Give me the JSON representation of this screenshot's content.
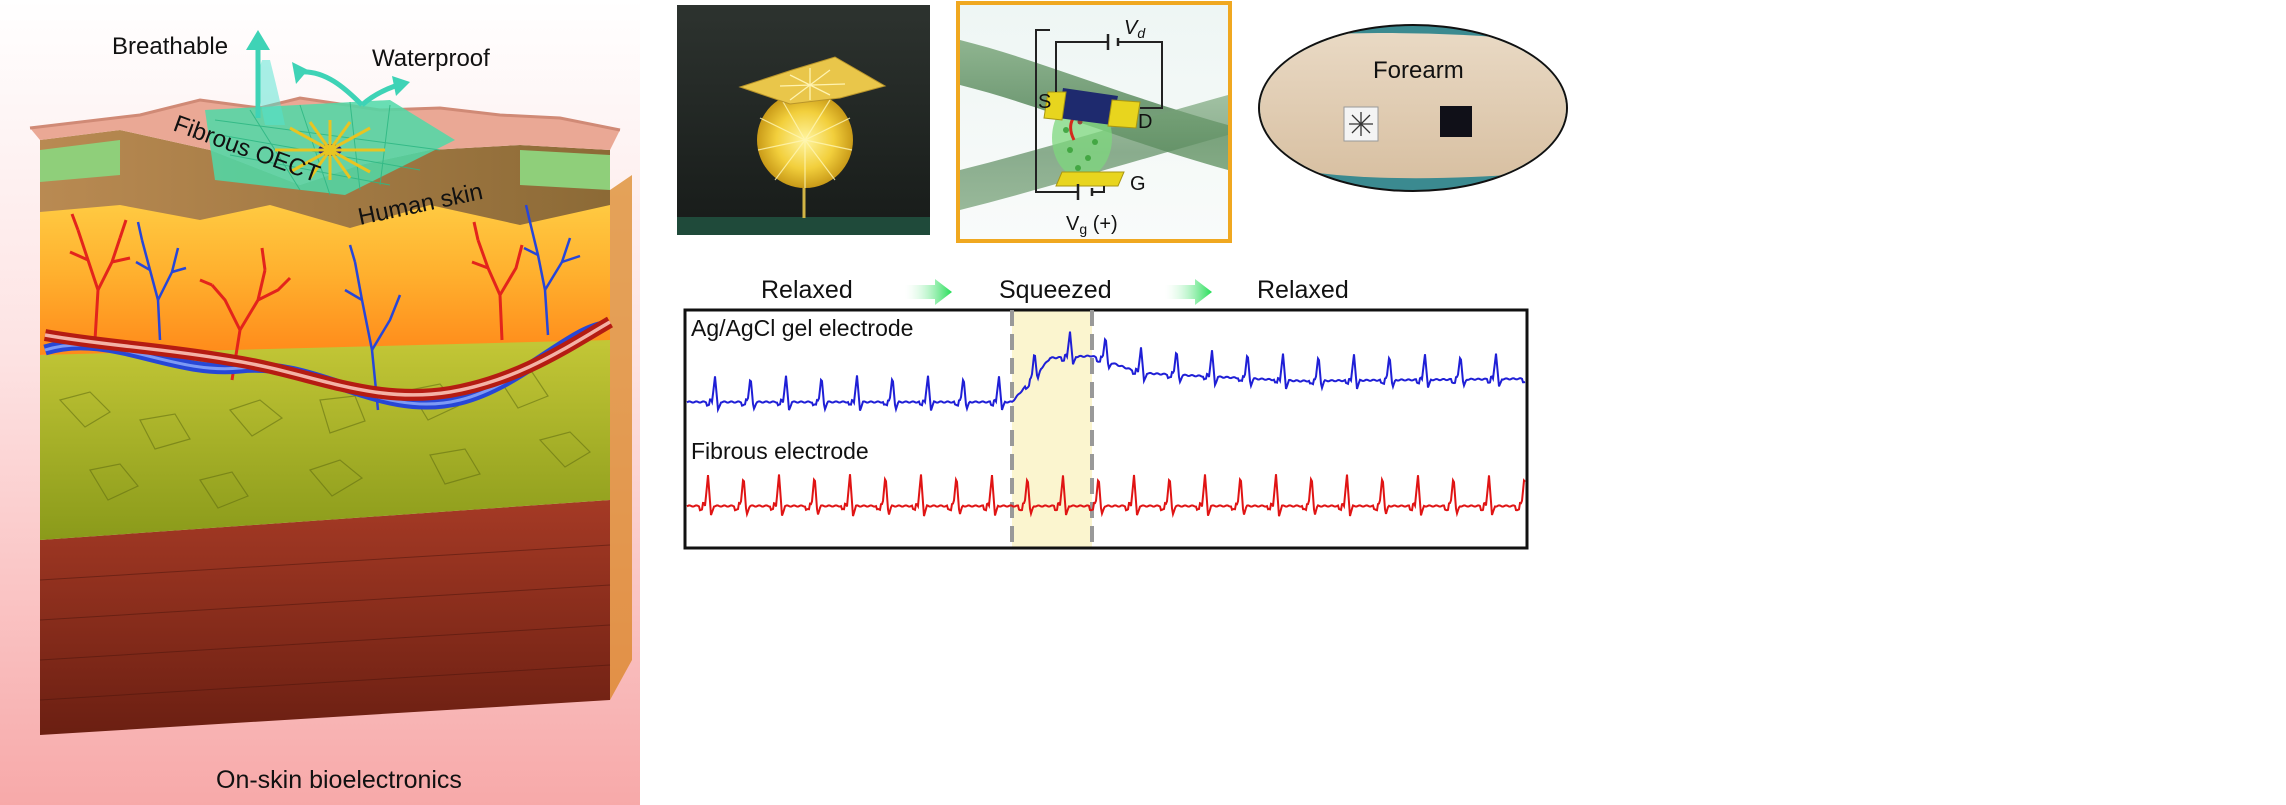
{
  "left_panel": {
    "breathable": "Breathable",
    "waterproof": "Waterproof",
    "fibrous_oect": "Fibrous OECT",
    "human_skin": "Human skin",
    "caption": "On-skin bioelectronics"
  },
  "schematic": {
    "vd": "V",
    "vd_sub": "d",
    "s": "S",
    "d": "D",
    "g": "G",
    "vg": "V",
    "vg_sub": "g",
    "vg_suffix": " (+)"
  },
  "forearm": {
    "label": "Forearm"
  },
  "ecg": {
    "relaxed_left": "Relaxed",
    "squeezed": "Squeezed",
    "relaxed_right": "Relaxed",
    "trace_top_label": "Ag/AgCl gel electrode",
    "trace_bottom_label": "Fibrous electrode"
  },
  "colors": {
    "trace_top": "#1f1fd6",
    "trace_bottom": "#e01414",
    "arrow": "#22dd55",
    "highlight": "#fbf5cf",
    "frame_orange": "#f0a820"
  }
}
